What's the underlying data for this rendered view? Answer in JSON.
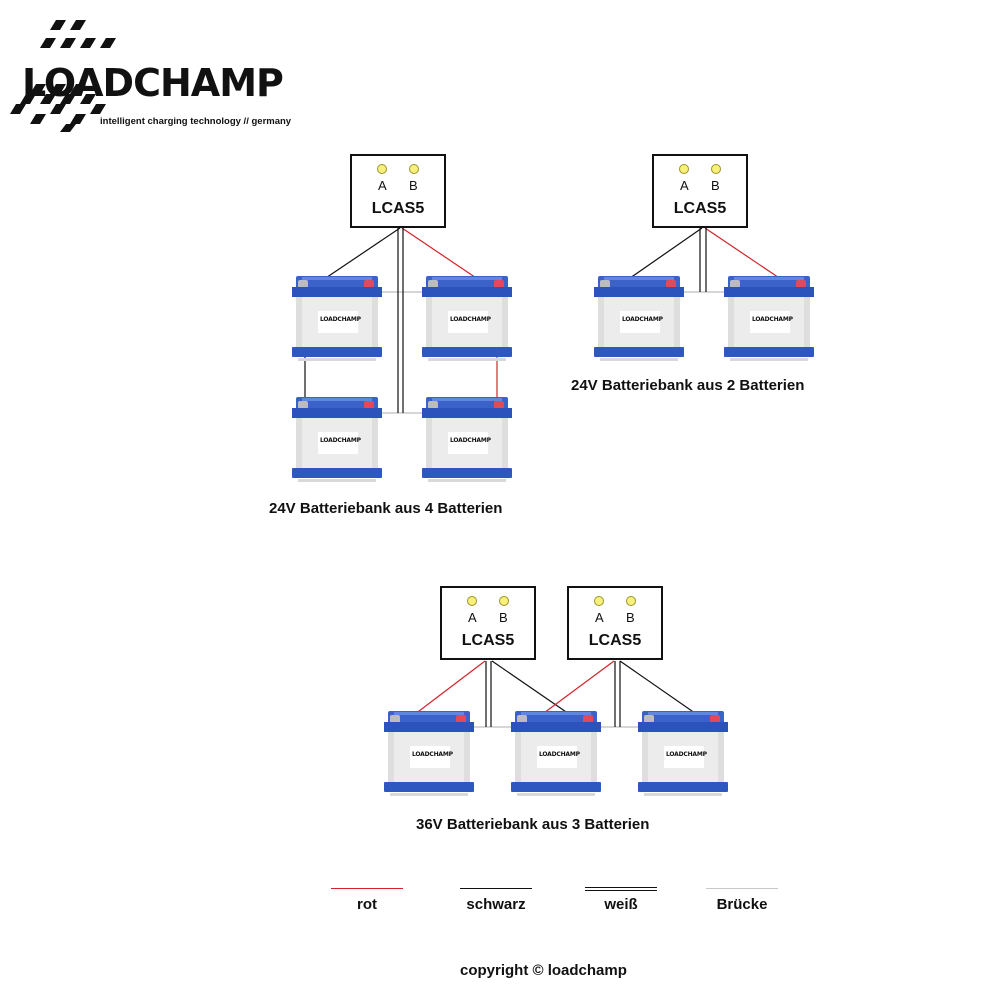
{
  "logo": {
    "name": "LOADCHAMP",
    "tagline": "intelligent charging technology // germany"
  },
  "controller": {
    "led_a": "A",
    "led_b": "B",
    "name": "LCAS5",
    "led_color": "#f7f07a"
  },
  "battery": {
    "label": "LOADCHAMP"
  },
  "diagrams": {
    "four_battery": "24V Batteriebank aus 4 Batterien",
    "two_battery": "24V Batteriebank aus 2 Batterien",
    "three_battery": "36V Batteriebank aus 3 Batterien"
  },
  "legend": {
    "red": "rot",
    "black": "schwarz",
    "white": "weiß",
    "bridge": "Brücke"
  },
  "colors": {
    "red_wire": "#d0242a",
    "black_wire": "#111111",
    "white_wire": "#555555",
    "bridge": "#c8c8c8",
    "battery_blue": "#2f57c0"
  },
  "copyright": "copyright © loadchamp"
}
